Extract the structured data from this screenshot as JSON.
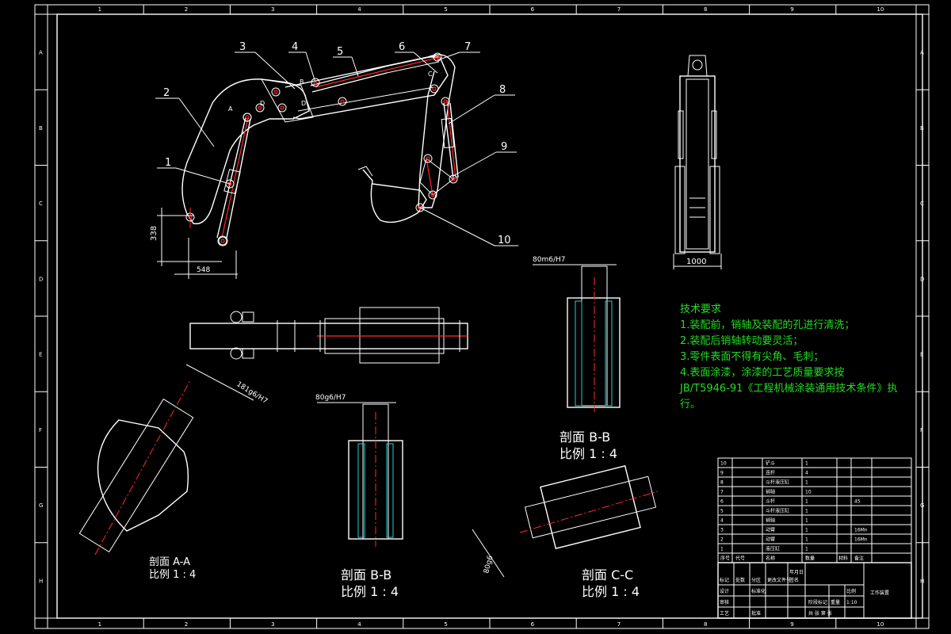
{
  "border": {
    "top_zones": [
      "1",
      "2",
      "3",
      "4",
      "5",
      "6",
      "7",
      "8",
      "9",
      "10"
    ],
    "bottom_zones": [
      "1",
      "2",
      "3",
      "4",
      "5",
      "6",
      "7",
      "8",
      "9",
      "10"
    ],
    "left_zones": [
      "A",
      "B",
      "C",
      "D",
      "E",
      "F",
      "G",
      "H"
    ],
    "right_zones": [
      "A",
      "B",
      "C",
      "D",
      "E",
      "F",
      "G",
      "H"
    ]
  },
  "balloons": [
    "1",
    "2",
    "3",
    "4",
    "5",
    "6",
    "7",
    "8",
    "9",
    "10"
  ],
  "markers": {
    "a": "A",
    "b": "B",
    "c": "C",
    "d": "D"
  },
  "dimensions": {
    "height_338": "338",
    "width_548": "548",
    "width_1000": "1000",
    "fit_top": "80m6/H7",
    "fit_mid": "80g6/H7",
    "fit_aa": "181g6/H7",
    "fit_cc": "80g6"
  },
  "sections": {
    "aa_title": "剖面 A-A",
    "aa_scale": "比例 1 : 4",
    "bb_top_title": "剖面 B-B",
    "bb_top_scale": "比例 1 : 4",
    "bb_bottom_title": "剖面 B-B",
    "bb_bottom_scale": "比例 1 : 4",
    "cc_title": "剖面 C-C",
    "cc_scale": "比例 1 : 4"
  },
  "tech_requirements": {
    "heading": "技术要求",
    "lines": [
      "1.装配前，销轴及装配的孔进行清洗；",
      "2.装配后销轴转动要灵活；",
      "3.零件表面不得有尖角、毛刺；",
      "4.表面涂漆，涂漆的工艺质量要求按",
      "JB/T5946-91《工程机械涂装通用技术条件》执",
      "行。"
    ]
  },
  "title_block": {
    "drawing_title": "工作装置",
    "scale": "1:10",
    "bom_rows": [
      [
        "10",
        "",
        "铲斗",
        "1",
        "",
        ""
      ],
      [
        "9",
        "",
        "连杆",
        "4",
        "",
        "",
        ""
      ],
      [
        "8",
        "",
        "斗杆液压缸",
        "1",
        "",
        ""
      ],
      [
        "7",
        "",
        "销轴",
        "10",
        "",
        ""
      ],
      [
        "6",
        "",
        "斗杆",
        "1",
        "",
        "45"
      ],
      [
        "5",
        "",
        "斗杆液压缸",
        "1",
        "",
        ""
      ],
      [
        "4",
        "",
        "销轴",
        "1",
        "",
        ""
      ],
      [
        "3",
        "",
        "动臂",
        "1",
        "",
        "16Mn"
      ],
      [
        "2",
        "",
        "动臂",
        "1",
        "",
        "16Mn"
      ],
      [
        "1",
        "",
        "液压缸",
        "1",
        "",
        ""
      ]
    ],
    "bom_header": [
      "序号",
      "代号",
      "名称",
      "数量",
      "材料",
      "备注"
    ],
    "sign_labels": [
      "标记",
      "处数",
      "分区",
      "更改文件号",
      "签名",
      "年月日",
      "设计",
      "标准化",
      "审核",
      "工艺",
      "批准"
    ],
    "stage_labels": [
      "阶段标记",
      "重量",
      "比例"
    ],
    "sheet_label": "共  张 第  张"
  }
}
